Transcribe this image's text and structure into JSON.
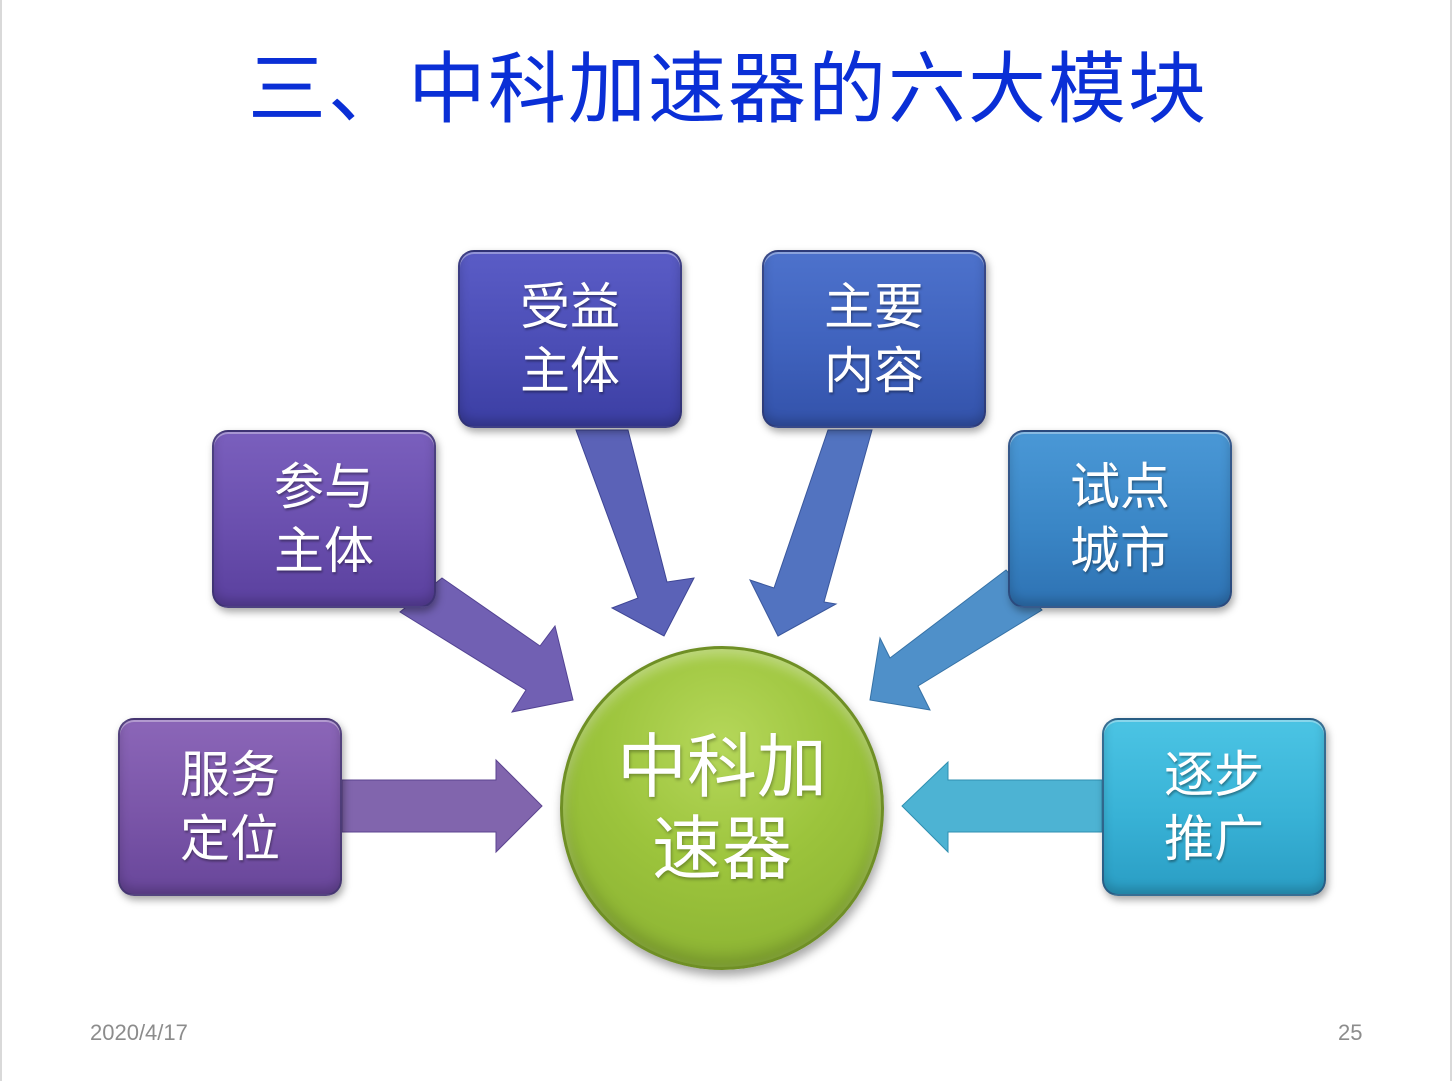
{
  "title": "三、中科加速器的六大模块",
  "center": {
    "line1": "中科加",
    "line2": "速器"
  },
  "modules": [
    {
      "id": "service",
      "line1": "服务",
      "line2": "定位",
      "color": "#7a55a8"
    },
    {
      "id": "participants",
      "line1": "参与",
      "line2": "主体",
      "color": "#6a4fae"
    },
    {
      "id": "beneficiaries",
      "line1": "受益",
      "line2": "主体",
      "color": "#4b4db5"
    },
    {
      "id": "content",
      "line1": "主要",
      "line2": "内容",
      "color": "#3f62bd"
    },
    {
      "id": "pilot",
      "line1": "试点",
      "line2": "城市",
      "color": "#3a86c6"
    },
    {
      "id": "promotion",
      "line1": "逐步",
      "line2": "推广",
      "color": "#38b2d6"
    }
  ],
  "footer": {
    "date": "2020/4/17",
    "page": "25"
  }
}
